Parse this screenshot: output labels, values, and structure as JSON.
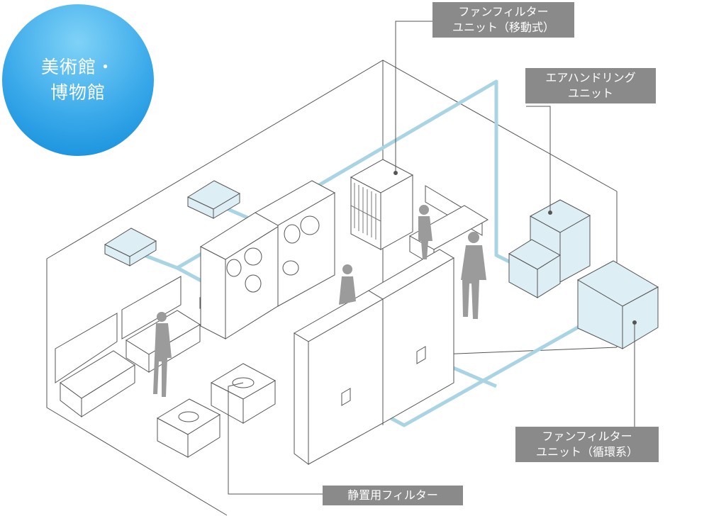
{
  "badge": {
    "line1": "美術館・",
    "line2": "博物館"
  },
  "labels": {
    "fan_filter_mobile": {
      "line1": "ファンフィルター",
      "line2": "ユニット（移動式）"
    },
    "air_handling": {
      "line1": "エアハンドリング",
      "line2": "ユニット"
    },
    "fan_filter_circulation": {
      "line1": "ファンフィルター",
      "line2": "ユニット（循環系）"
    },
    "static_filter": {
      "line1": "静置用フィルター"
    }
  },
  "colors": {
    "duct": "#a9d4e4",
    "unit_fill": "#deeef5",
    "line": "#555555",
    "label_bg": "#8a8a8a",
    "figure": "#9b9b9b",
    "badge": "#1a95e0"
  }
}
